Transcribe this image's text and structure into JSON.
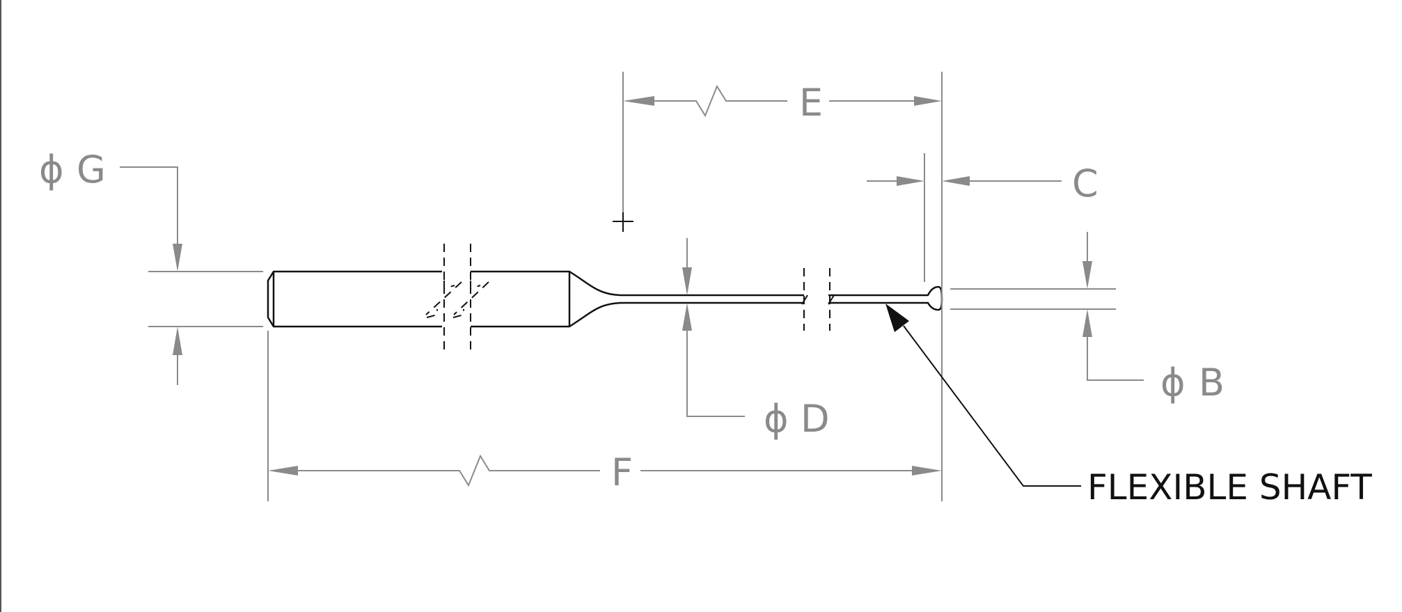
{
  "dimensions": {
    "g": {
      "symbol": "ϕ",
      "letter": "G"
    },
    "e": {
      "letter": "E"
    },
    "c": {
      "letter": "C"
    },
    "b": {
      "symbol": "ϕ",
      "letter": "B"
    },
    "d": {
      "symbol": "ϕ",
      "letter": "D"
    },
    "f": {
      "letter": "F"
    }
  },
  "callout": {
    "text": "FLEXIBLE SHAFT"
  },
  "colors": {
    "dimension": "#8a8a8a",
    "part": "#111111",
    "background": "#ffffff"
  }
}
